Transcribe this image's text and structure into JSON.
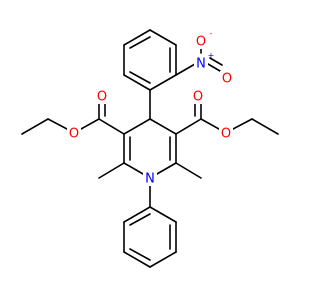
{
  "molecule": {
    "atoms": {
      "n_ring": {
        "symbol": "N",
        "color": "#0000ff"
      },
      "n_nitro": {
        "symbol": "N",
        "charge": "+",
        "color": "#0000ff"
      },
      "o_nitro_top": {
        "symbol": "O",
        "charge": "-",
        "color": "#ff0000"
      },
      "o_nitro_right": {
        "symbol": "O",
        "color": "#ff0000"
      },
      "o_ester_left_carbonyl": {
        "symbol": "O",
        "color": "#ff0000"
      },
      "o_ester_left_ether": {
        "symbol": "O",
        "color": "#ff0000"
      },
      "o_ester_right_carbonyl": {
        "symbol": "O",
        "color": "#ff0000"
      },
      "o_ester_right_ether": {
        "symbol": "O",
        "color": "#ff0000"
      }
    }
  }
}
